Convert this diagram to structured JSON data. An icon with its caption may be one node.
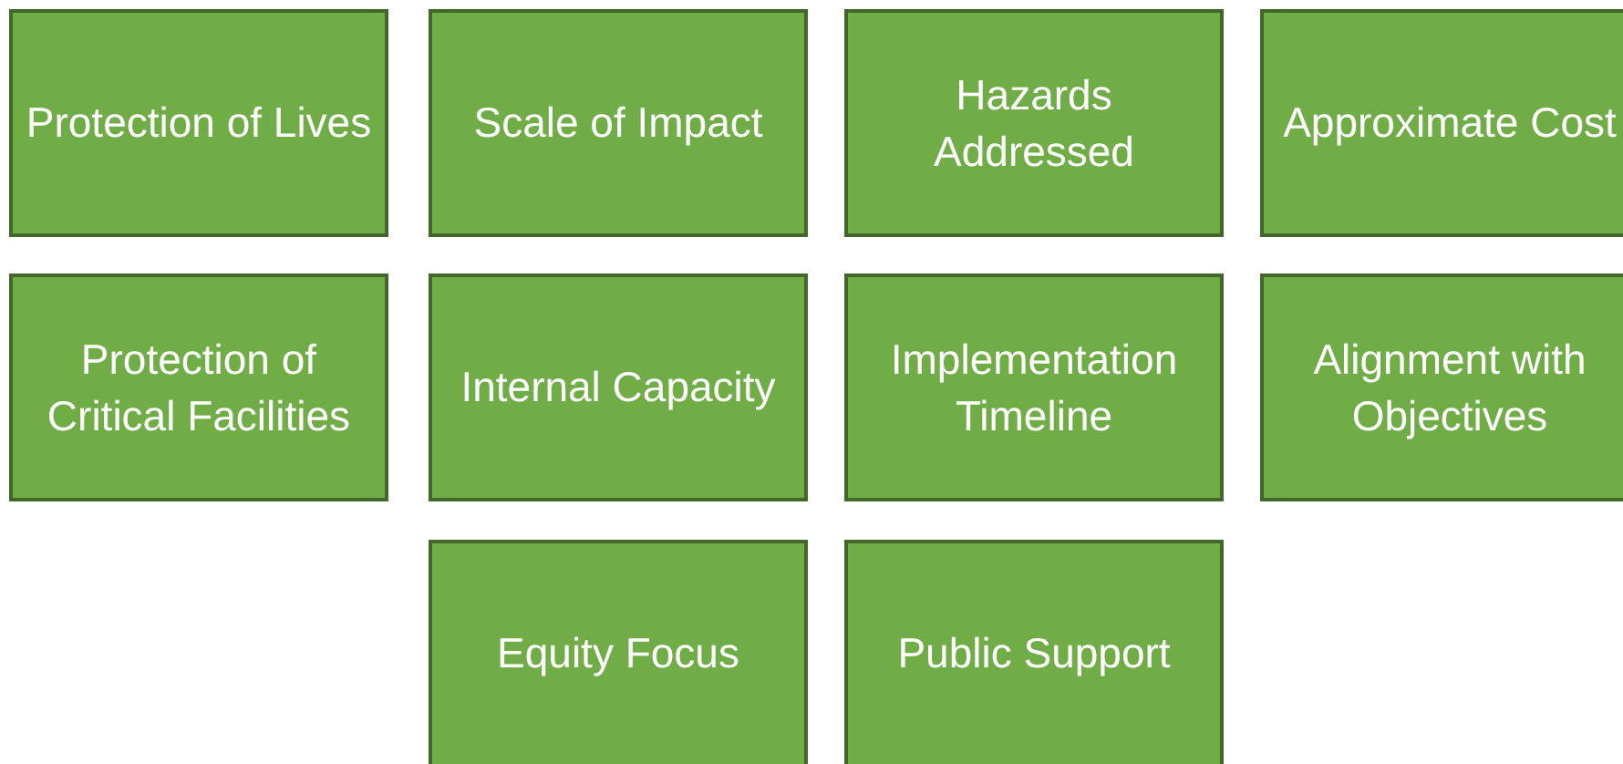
{
  "diagram": {
    "nodes": [
      {
        "text": [
          "Protection of Lives"
        ]
      },
      {
        "text": [
          "Scale of Impact"
        ]
      },
      {
        "text": [
          "Hazards Addressed"
        ]
      },
      {
        "text": [
          "Approximate Cost"
        ]
      },
      {
        "text": [
          "Protection of Critical Facilities"
        ]
      },
      {
        "text": [
          "Internal Capacity"
        ]
      },
      {
        "text": [
          "Implementation Timeline"
        ]
      },
      {
        "text": [
          "Alignment with Objectives"
        ]
      },
      {
        "text": [
          "Equity Focus"
        ]
      },
      {
        "text": [
          "Public Support"
        ]
      }
    ]
  }
}
